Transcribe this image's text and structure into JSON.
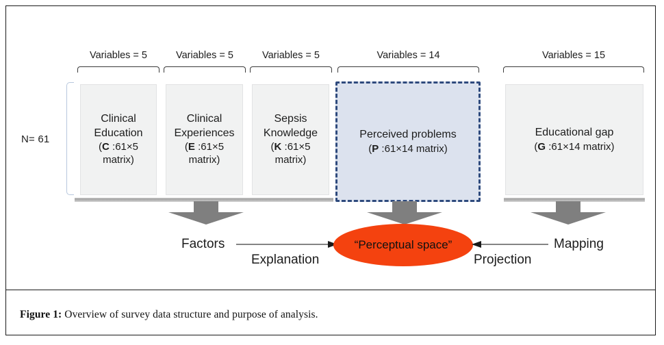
{
  "figure": {
    "caption_prefix": "Figure 1:",
    "caption_text": " Overview of survey data structure and purpose of analysis."
  },
  "sample": {
    "label": "N= 61"
  },
  "groups": [
    {
      "variables_label": "Variables = 5",
      "title": "Clinical Education",
      "matrix_symbol": "C",
      "matrix_text": " :61×5 matrix)",
      "sub_open": "(",
      "highlight": false
    },
    {
      "variables_label": "Variables = 5",
      "title": "Clinical Experiences",
      "matrix_symbol": "E",
      "matrix_text": " :61×5 matrix)",
      "sub_open": "(",
      "highlight": false
    },
    {
      "variables_label": "Variables = 5",
      "title": "Sepsis Knowledge",
      "matrix_symbol": "K",
      "matrix_text": " :61×5 matrix)",
      "sub_open": "(",
      "highlight": false
    },
    {
      "variables_label": "Variables = 14",
      "title": "Perceived problems",
      "matrix_symbol": "P",
      "matrix_text": " :61×14 matrix)",
      "sub_open": "(",
      "highlight": true
    },
    {
      "variables_label": "Variables = 15",
      "title": "Educational gap",
      "matrix_symbol": "G",
      "matrix_text": " :61×14 matrix)",
      "sub_open": "(",
      "highlight": false
    }
  ],
  "flow": {
    "center_node": "“Perceptual space”",
    "left_term": "Factors",
    "left_connector": "Explanation",
    "right_term": "Mapping",
    "right_connector": "Projection"
  },
  "colors": {
    "box_fill": "#f1f2f2",
    "highlight_fill": "#dce2ee",
    "highlight_border": "#2e4a7d",
    "ellipse_fill": "#f4420f",
    "arrow_gray": "#7f7f7f",
    "bracket_blue": "#b7c7dd"
  }
}
